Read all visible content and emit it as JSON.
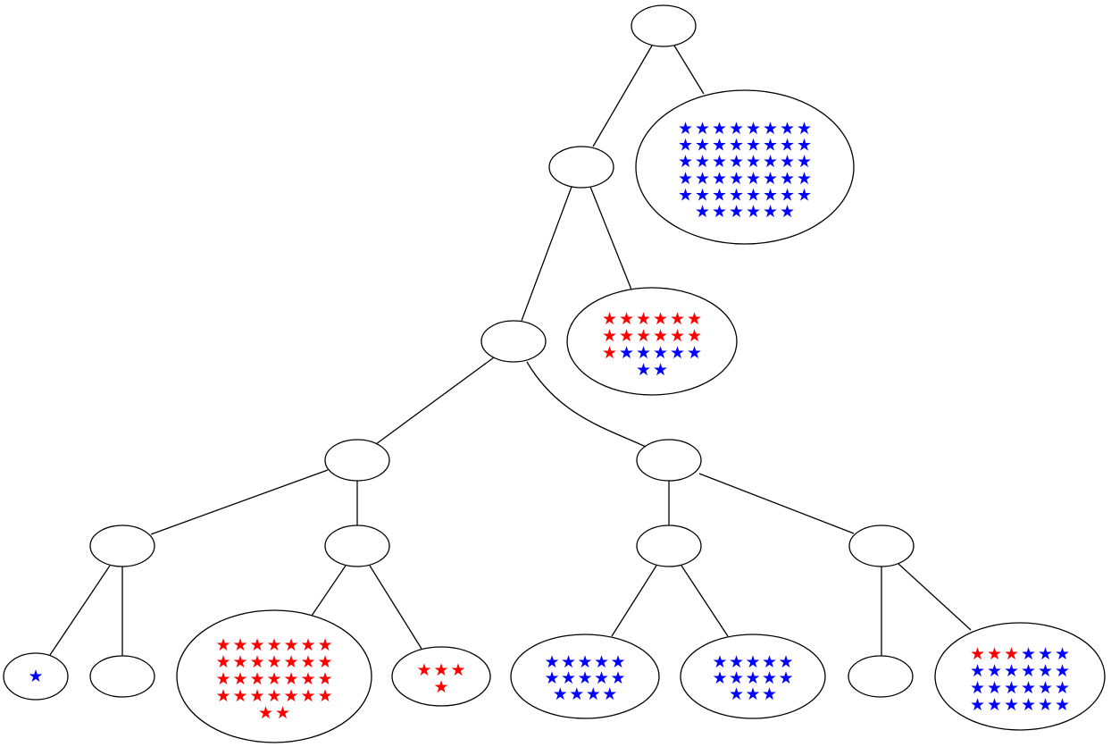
{
  "colors": {
    "red": "#ff0000",
    "blue": "#0000ff",
    "line": "#000000"
  },
  "star_glyph": "★",
  "tree": {
    "id": "root",
    "children": [
      {
        "id": "n1",
        "children": [
          {
            "id": "n2",
            "children": [
              {
                "id": "n3",
                "children": [
                  {
                    "id": "n5",
                    "children": [
                      {
                        "id": "leaf1",
                        "red": 0,
                        "blue": 1
                      },
                      {
                        "id": "leaf2",
                        "red": 0,
                        "blue": 0
                      }
                    ]
                  },
                  {
                    "id": "n6",
                    "children": [
                      {
                        "id": "leaf3",
                        "red": 30,
                        "blue": 0
                      },
                      {
                        "id": "leaf4",
                        "red": 4,
                        "blue": 0
                      }
                    ]
                  }
                ]
              },
              {
                "id": "n4",
                "children": [
                  {
                    "id": "n7",
                    "children": [
                      {
                        "id": "leaf5",
                        "red": 0,
                        "blue": 14
                      },
                      {
                        "id": "leaf6",
                        "red": 0,
                        "blue": 13
                      }
                    ]
                  },
                  {
                    "id": "n8",
                    "children": [
                      {
                        "id": "leaf7",
                        "red": 0,
                        "blue": 0
                      },
                      {
                        "id": "leaf8",
                        "red": 3,
                        "blue": 21
                      }
                    ]
                  }
                ]
              }
            ]
          },
          {
            "id": "leaf9",
            "red": 13,
            "blue": 7
          }
        ]
      },
      {
        "id": "leaf10",
        "red": 0,
        "blue": 46
      }
    ]
  }
}
